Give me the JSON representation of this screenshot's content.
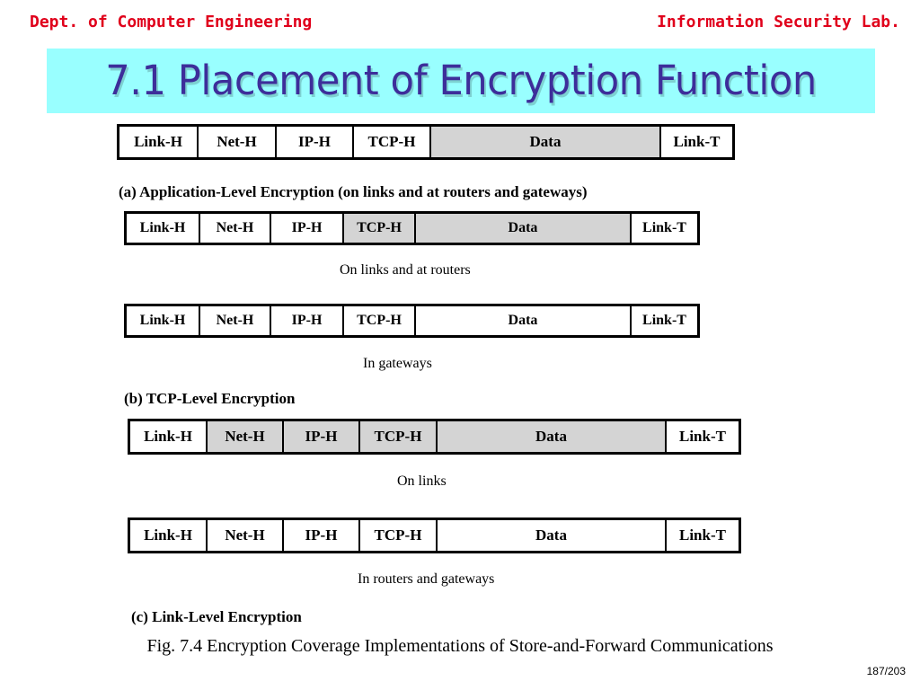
{
  "header": {
    "left": "Dept. of Computer Engineering",
    "right": "Information Security Lab."
  },
  "title": "7.1 Placement of Encryption Function",
  "fields": {
    "link_h": "Link-H",
    "net_h": "Net-H",
    "ip_h": "IP-H",
    "tcp_h": "TCP-H",
    "data": "Data",
    "link_t": "Link-T"
  },
  "sections": {
    "a": {
      "label": "(a)   Application-Level Encryption (on links and at routers and gateways)",
      "encrypted": [
        "data"
      ]
    },
    "b": {
      "label": "(b)   TCP-Level Encryption",
      "caption_1": "On links and at routers",
      "caption_2": "In gateways",
      "encrypted_1": [
        "tcp_h",
        "data"
      ],
      "encrypted_2": []
    },
    "c": {
      "label": "(c)   Link-Level Encryption",
      "caption_1": "On links",
      "caption_2": "In routers and gateways",
      "encrypted_1": [
        "net_h",
        "ip_h",
        "tcp_h",
        "data"
      ],
      "encrypted_2": []
    }
  },
  "figure_caption": "Fig. 7.4 Encryption Coverage Implementations of Store-and-Forward Communications",
  "page_number": "187/203"
}
